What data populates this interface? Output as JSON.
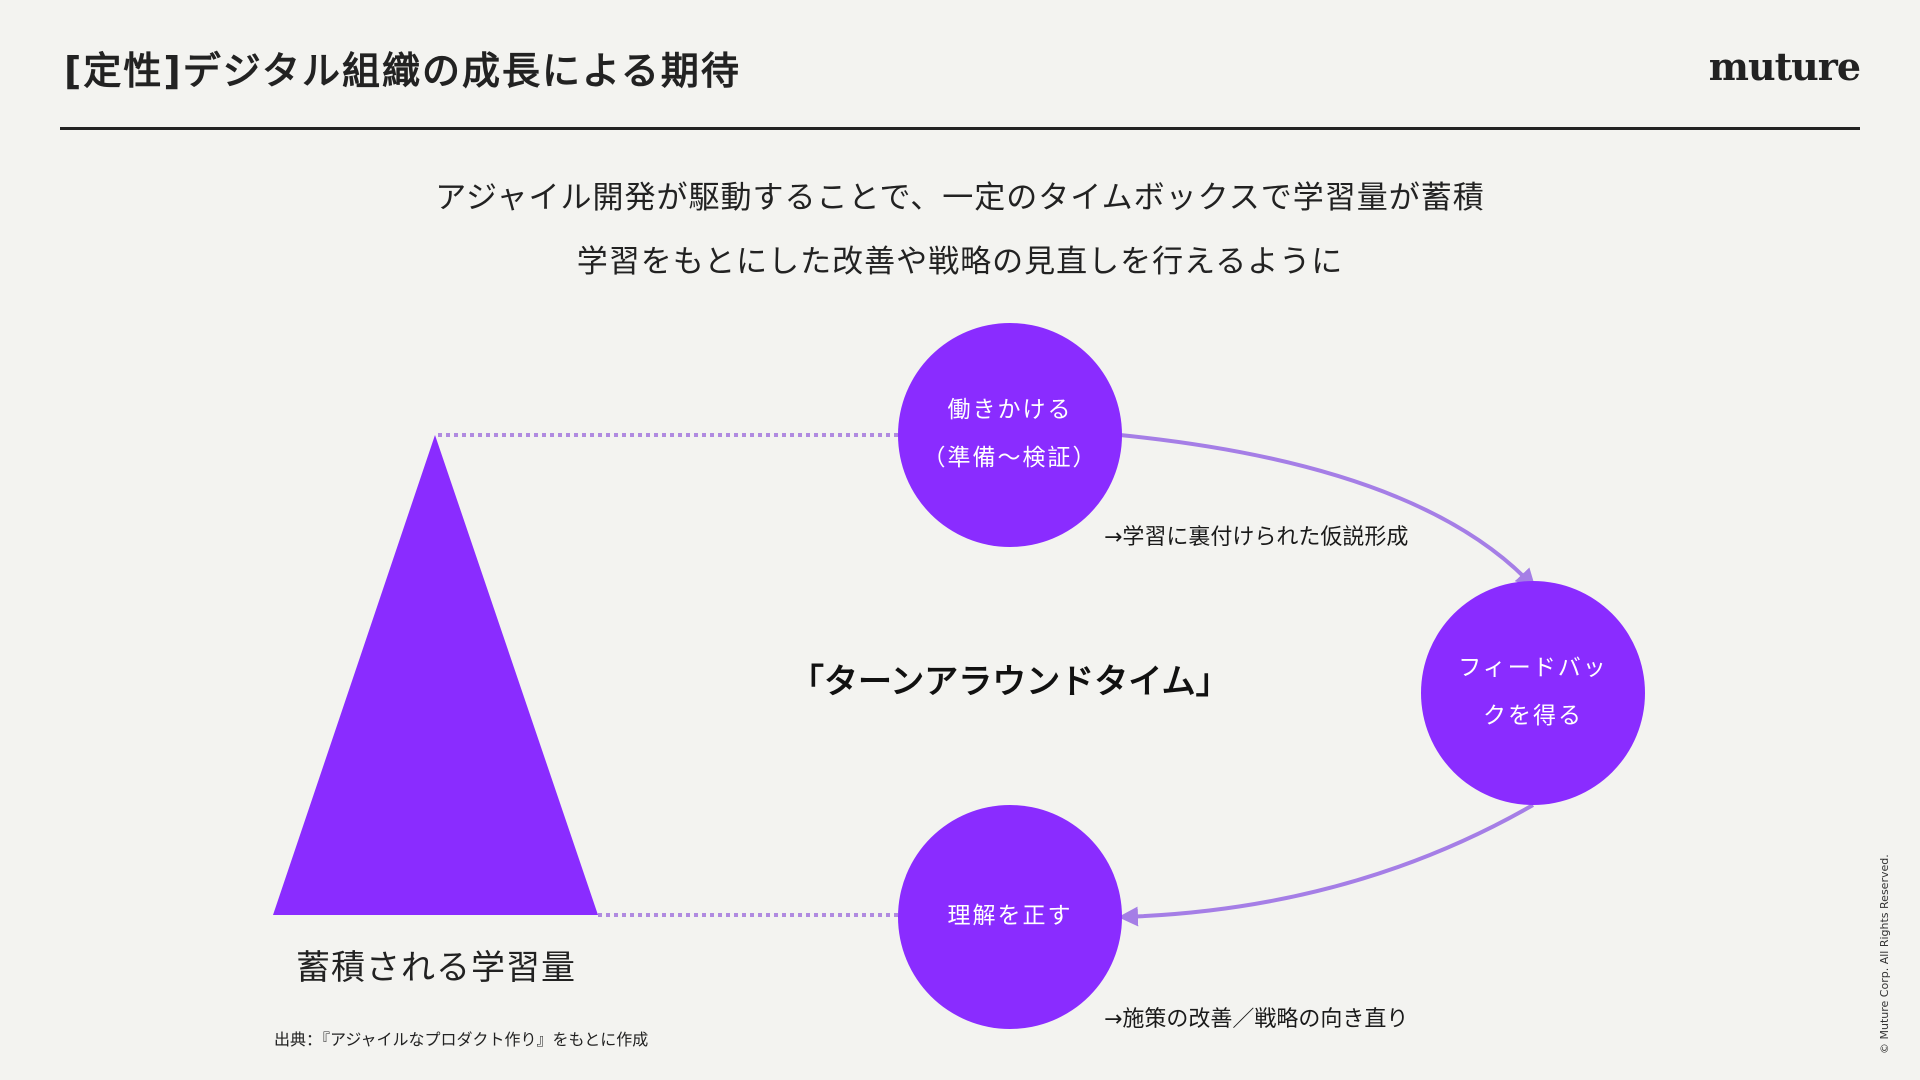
{
  "header": {
    "title": "[定性]デジタル組織の成長による期待",
    "logo": "muture"
  },
  "subtitle": {
    "line1": "アジャイル開発が駆動することで、一定のタイムボックスで学習量が蓄積",
    "line2": "学習をもとにした改善や戦略の見直しを行えるように"
  },
  "diagram": {
    "nodes": {
      "act": {
        "line1": "働きかける",
        "line2": "（準備〜検証）"
      },
      "feedback": {
        "line1": "フィードバッ",
        "line2": "クを得る"
      },
      "correct": {
        "line1": "理解を正す"
      }
    },
    "annotations": {
      "hypothesis": "→学習に裏付けられた仮説形成",
      "improve": "→施策の改善／戦略の向き直り"
    },
    "center_label": "「ターンアラウンドタイム」",
    "triangle_caption": "蓄積される学習量",
    "colors": {
      "node": "#8a2cff",
      "arrow": "#a57ee6",
      "dotted": "#b08ae0"
    }
  },
  "footer": {
    "source": "出典：『アジャイルなプロダクト作り』をもとに作成",
    "copyright": "© Muture Corp. All Rights Reserved."
  }
}
